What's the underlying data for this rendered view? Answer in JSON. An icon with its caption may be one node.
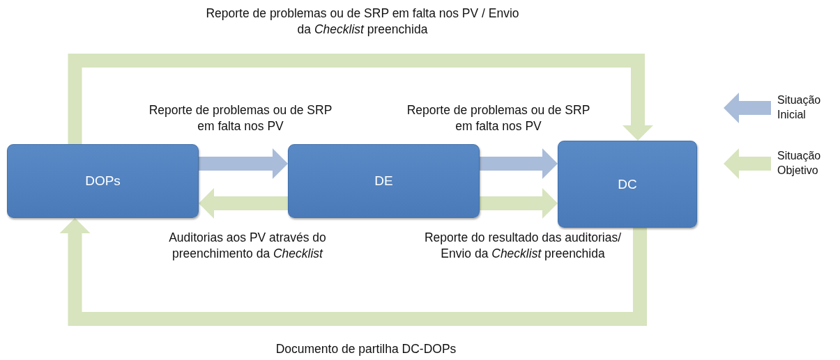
{
  "diagram": {
    "nodes": [
      {
        "text": [
          "DOPs"
        ]
      },
      {
        "text": [
          "DE"
        ]
      },
      {
        "text": [
          "DC"
        ]
      }
    ],
    "edges": [
      {
        "from": 0,
        "to": 2,
        "arrow": "to",
        "label": "Reporte de problemas ou de SRP em falta nos PV / Envio da *Checklist* preenchida"
      },
      {
        "from": 0,
        "to": 1,
        "arrow": "to",
        "label": "Reporte de problemas ou de SRP em falta nos PV",
        "color": "#a9bcd9"
      },
      {
        "from": 1,
        "to": 0,
        "arrow": "to",
        "label": "Auditorias aos PV através do preenchimento da *Checklist*"
      },
      {
        "from": 1,
        "to": 2,
        "arrow": "to",
        "label": "Reporte de problemas ou de SRP em falta nos PV",
        "color": "#a9bcd9"
      },
      {
        "from": 1,
        "to": 2,
        "arrow": "to",
        "label": "Reporte do resultado das auditorias/ Envio da *Checklist* preenchida"
      },
      {
        "from": 2,
        "to": 0,
        "arrow": "to",
        "label": "Documento de partilha DC-DOPs"
      }
    ],
    "legend": [
      {
        "text": "Situação Inicial",
        "color": "#a9bcd9"
      },
      {
        "text": "Situação Objetivo",
        "color": "#d7e4bd"
      }
    ]
  }
}
